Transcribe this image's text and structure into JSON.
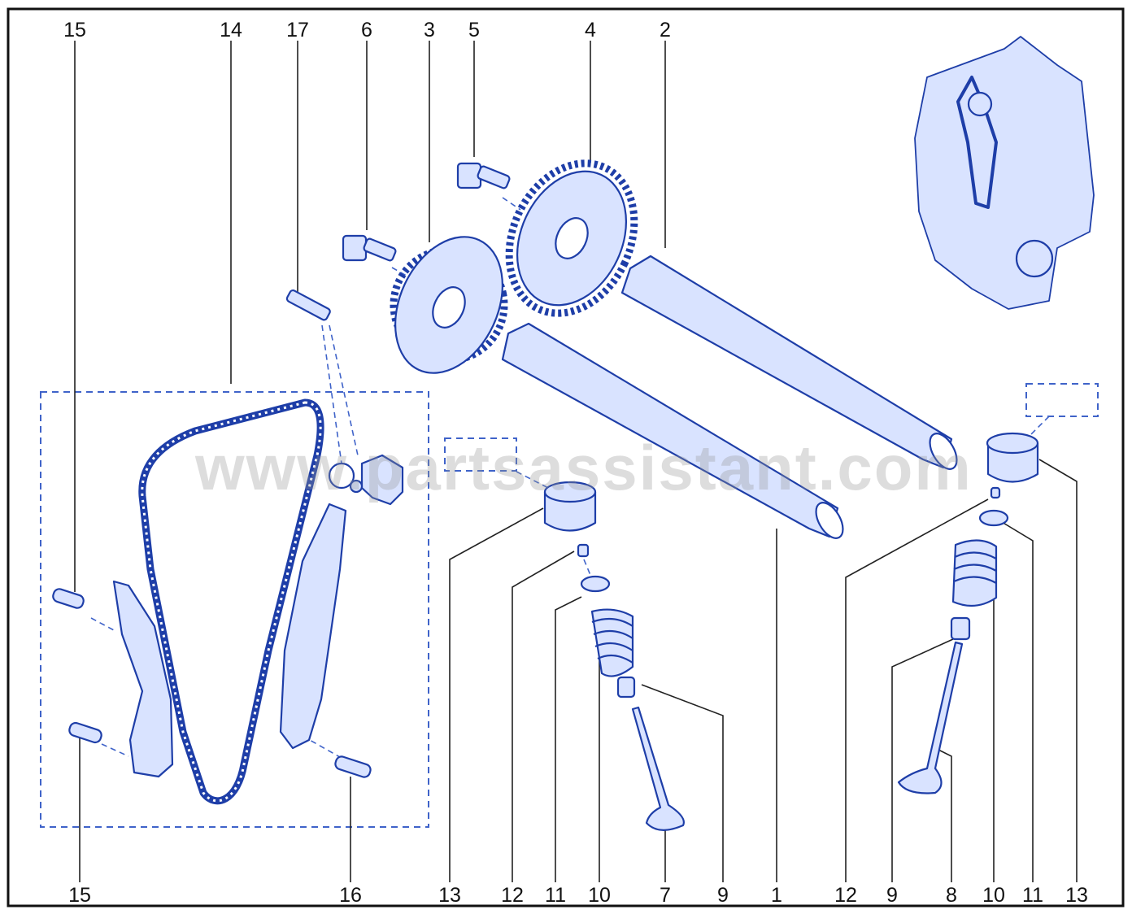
{
  "watermark": "www.partsassistant.com",
  "colors": {
    "line": "#1e3ea8",
    "fill": "#d9e3ff",
    "dash": "#3f63c9",
    "leader": "#222222",
    "frame": "#111111"
  },
  "labels": {
    "top": [
      {
        "id": "15",
        "text": "15"
      },
      {
        "id": "14",
        "text": "14"
      },
      {
        "id": "17",
        "text": "17"
      },
      {
        "id": "6",
        "text": "6"
      },
      {
        "id": "3",
        "text": "3"
      },
      {
        "id": "5",
        "text": "5"
      },
      {
        "id": "4",
        "text": "4"
      },
      {
        "id": "2",
        "text": "2"
      }
    ],
    "bottom": [
      {
        "id": "15b",
        "text": "15"
      },
      {
        "id": "16",
        "text": "16"
      },
      {
        "id": "13",
        "text": "13"
      },
      {
        "id": "12",
        "text": "12"
      },
      {
        "id": "11",
        "text": "11"
      },
      {
        "id": "10",
        "text": "10"
      },
      {
        "id": "7",
        "text": "7"
      },
      {
        "id": "9",
        "text": "9"
      },
      {
        "id": "1",
        "text": "1"
      },
      {
        "id": "12b",
        "text": "12"
      },
      {
        "id": "9b",
        "text": "9"
      },
      {
        "id": "8",
        "text": "8"
      },
      {
        "id": "10b",
        "text": "10"
      },
      {
        "id": "11b",
        "text": "11"
      },
      {
        "id": "13b",
        "text": "13"
      }
    ]
  }
}
